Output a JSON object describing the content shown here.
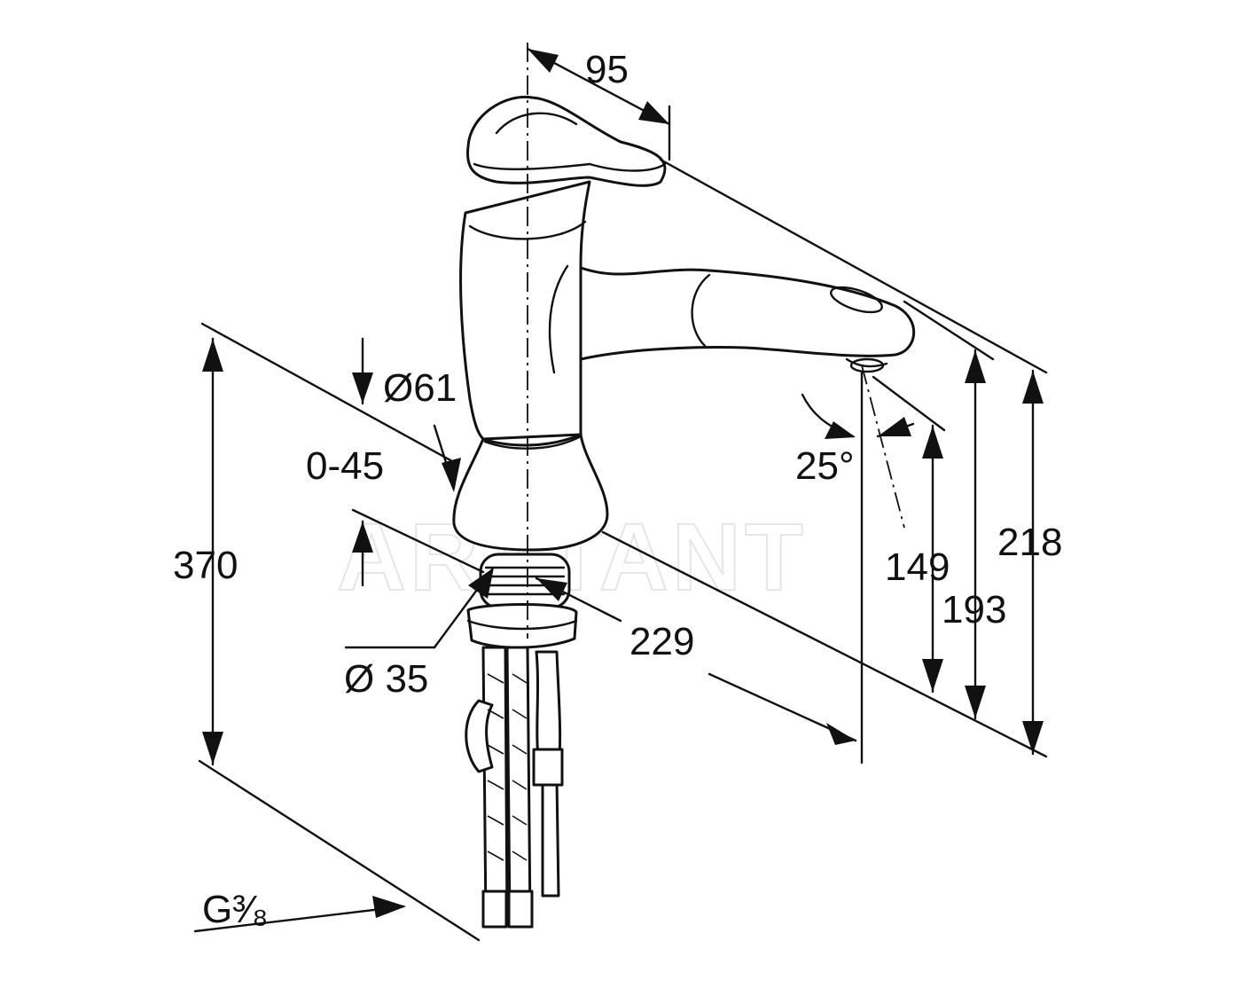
{
  "watermark": "ARTTANT",
  "dimensions": {
    "width_95": "95",
    "diameter_61": "Ø61",
    "range_0_45": "0-45",
    "height_370": "370",
    "diameter_35": "Ø 35",
    "reach_229": "229",
    "angle_25": "25°",
    "height_149": "149",
    "height_193": "193",
    "height_218": "218",
    "thread_g38": "G³⁄₈"
  }
}
